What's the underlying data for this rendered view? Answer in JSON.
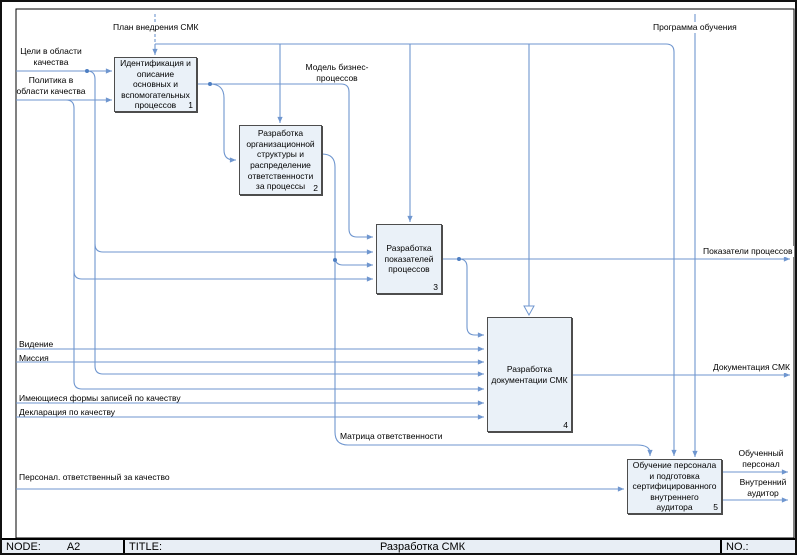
{
  "diagram": {
    "boxes": [
      {
        "label": "Идентификация и описание основных и вспомогательных процессов",
        "number": "1"
      },
      {
        "label": "Разработка организационной структуры и распределение ответственности за процессы",
        "number": "2"
      },
      {
        "label": "Разработка показателей процессов",
        "number": "3"
      },
      {
        "label": "Разработка документации СМК",
        "number": "4"
      },
      {
        "label": "Обучение персонала и подготовка сертифицированного внутреннего аудитора",
        "number": "5"
      }
    ],
    "labels": {
      "plan": "План внедрения СМК",
      "program": "Программа обучения",
      "goals": "Цели в области качества",
      "policy": "Политика в области качества",
      "vision": "Видение",
      "mission": "Миссия",
      "forms": "Имеющиеся формы записей по качеству",
      "declaration": "Декларация по качеству",
      "personnel": "Персонал. ответственный за качество",
      "model": "Модель бизнес-процессов",
      "matrix": "Матрица ответственности",
      "indicators": "Показатели процессов",
      "documentation": "Документация СМК",
      "trained": "Обученный персонал",
      "auditor": "Внутренний аудитор"
    },
    "colors": {
      "arrow": "#6f96cf",
      "box_fill": "#eaf1f8",
      "box_border": "#4d4d4d"
    }
  },
  "footer": {
    "node_label": "NODE:",
    "node_value": "A2",
    "title_label": "TITLE:",
    "title_value": "Разработка СМК",
    "no_label": "NO.:"
  }
}
